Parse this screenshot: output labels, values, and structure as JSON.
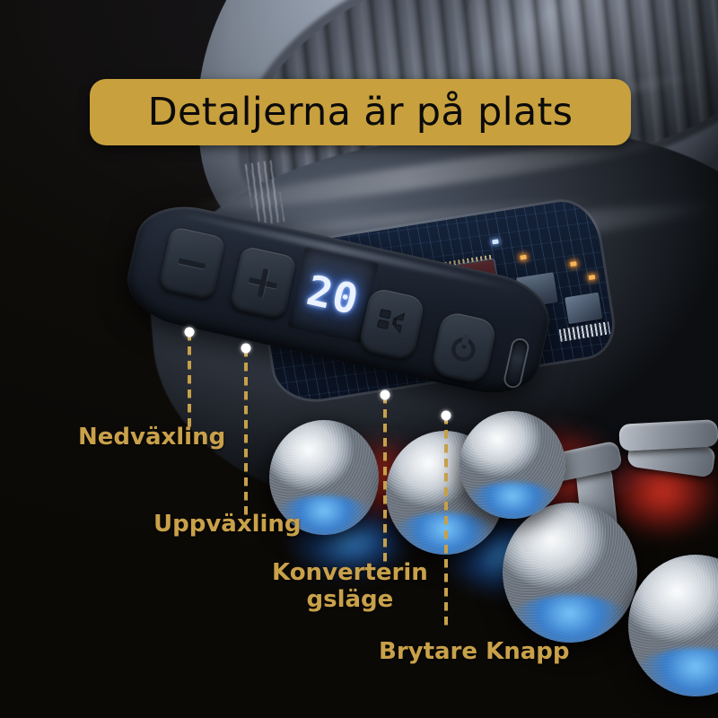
{
  "banner": {
    "text": "Detaljerna är på plats",
    "background_color": "#c8a03d",
    "text_color": "#0b0b0b"
  },
  "device": {
    "display": {
      "value": "20",
      "color": "#eaf1ff",
      "glow_color": "#4f86ff"
    },
    "controls": [
      {
        "name": "minus-button",
        "glyph": "minus"
      },
      {
        "name": "plus-button",
        "glyph": "plus"
      },
      {
        "name": "mode-button",
        "glyph": "convert-arrows"
      },
      {
        "name": "power-button",
        "glyph": "power"
      },
      {
        "name": "usb-c-port",
        "glyph": "usb-c"
      }
    ]
  },
  "callouts": [
    {
      "label": "Nedväxling",
      "target": "minus-button"
    },
    {
      "label": "Uppväxling",
      "target": "plus-button"
    },
    {
      "label": "Konverterin\ngsläge",
      "target": "mode-button"
    },
    {
      "label": "Brytare Knapp",
      "target": "power-button"
    }
  ],
  "theme": {
    "accent_gold": "#c9a14a",
    "background": "#0d0b07",
    "leader_dot": "#ffffff"
  }
}
